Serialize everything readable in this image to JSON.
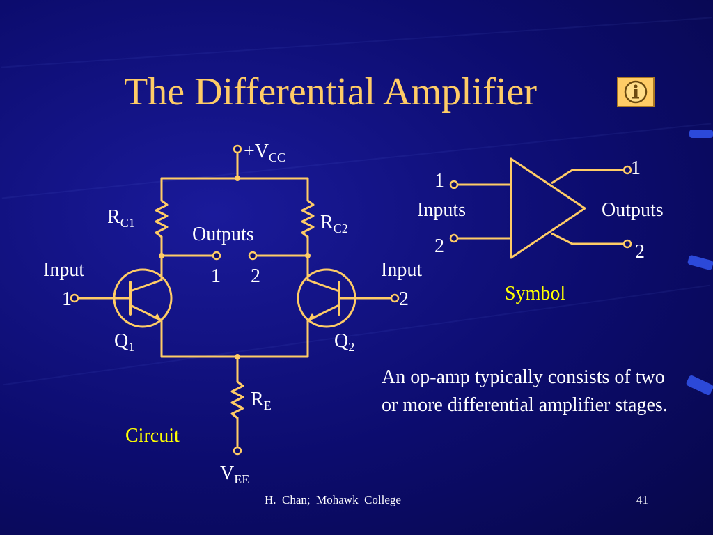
{
  "slide": {
    "title": "The Differential Amplifier",
    "description": "An op-amp typically consists of two or more differential amplifier stages.",
    "footer": "H.  Chan;  Mohawk  College",
    "page_number": "41",
    "colors": {
      "background": "#0c0c6e",
      "title": "#ffcc66",
      "wire": "#ffcc66",
      "text": "#ffffff",
      "caption": "#ffff00"
    },
    "info_button_icon": "info-icon"
  },
  "circuit": {
    "vcc": {
      "main": "+V",
      "sub": "CC"
    },
    "rc1": {
      "main": "R",
      "sub": "C1"
    },
    "rc2": {
      "main": "R",
      "sub": "C2"
    },
    "outputs_label": "Outputs",
    "output1": "1",
    "output2": "2",
    "input_left": {
      "label": "Input",
      "num": "1"
    },
    "input_right": {
      "label": "Input",
      "num": "2"
    },
    "q1": {
      "main": "Q",
      "sub": "1"
    },
    "q2": {
      "main": "Q",
      "sub": "2"
    },
    "re": {
      "main": "R",
      "sub": "E"
    },
    "vee": {
      "main": "V",
      "sub": "EE"
    },
    "caption": "Circuit"
  },
  "symbol": {
    "input1": "1",
    "input2": "2",
    "inputs_label": "Inputs",
    "output1": "1",
    "output2": "2",
    "outputs_label": "Outputs",
    "caption": "Symbol"
  }
}
